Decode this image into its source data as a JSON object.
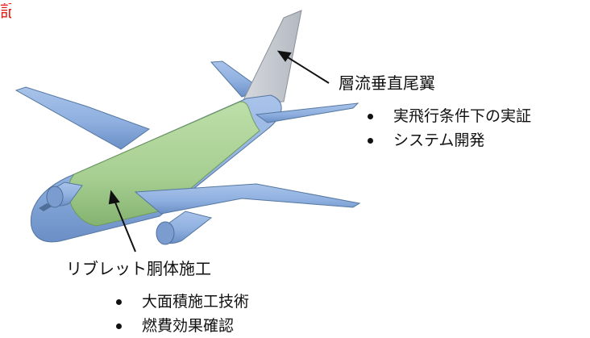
{
  "corner_mark": "記",
  "callouts": {
    "tail": {
      "heading": "層流垂直尾翼",
      "items": [
        "実飛行条件下の実証",
        "システム開発"
      ]
    },
    "fuselage": {
      "heading": "リブレット胴体施工",
      "items": [
        "大面積施工技術",
        "燃費効果確認"
      ]
    }
  },
  "colors": {
    "airframe": "#8fb0e0",
    "airframe_dark": "#5f84bd",
    "fuselage_riblet": "#a9d18e",
    "tail_laminar": "#c9cdd4",
    "text": "#111111",
    "corner_mark": "#e0201b"
  }
}
